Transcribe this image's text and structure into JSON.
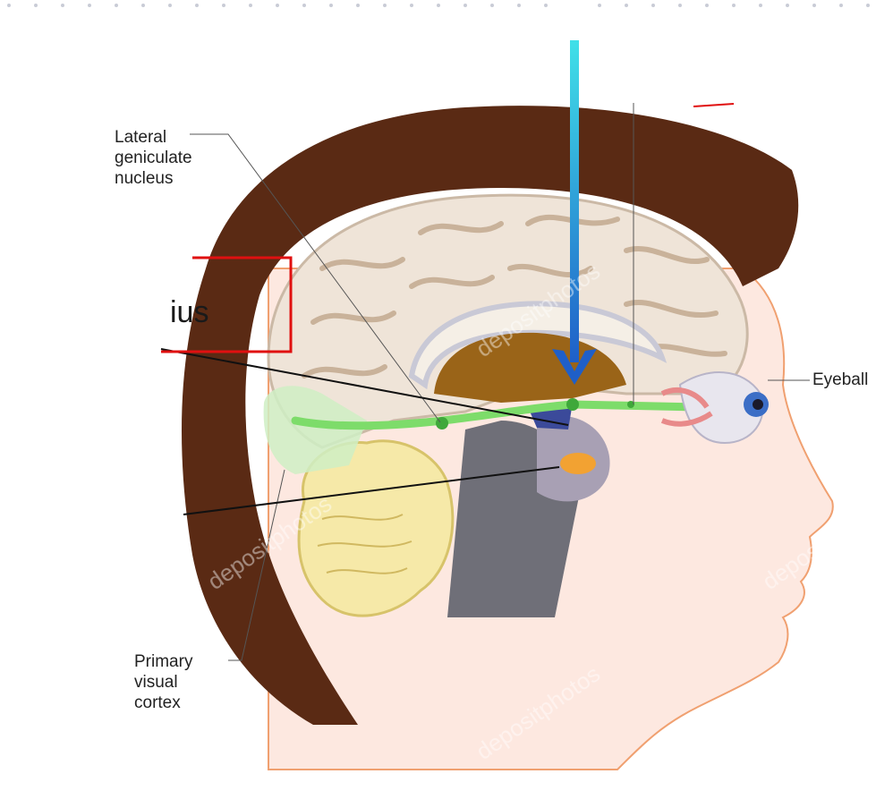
{
  "labels": {
    "lgn_line1": "Lateral",
    "lgn_line2": "geniculate",
    "lgn_line3": "nucleus",
    "eyeball": "Eyeball",
    "v1_line1": "Primary",
    "v1_line2": "visual",
    "v1_line3": "cortex"
  },
  "overlay": {
    "partial_text": "ius",
    "box_color": "#e01010",
    "arrow_color_top": "#40e0e8",
    "arrow_color_bottom": "#1f5fc8"
  },
  "watermark": "depositphotos",
  "colors": {
    "skull": "#5a2a14",
    "skin": "#fde7df",
    "brain": "#efe4d8",
    "optic_pathway": "#7ddc6a"
  }
}
